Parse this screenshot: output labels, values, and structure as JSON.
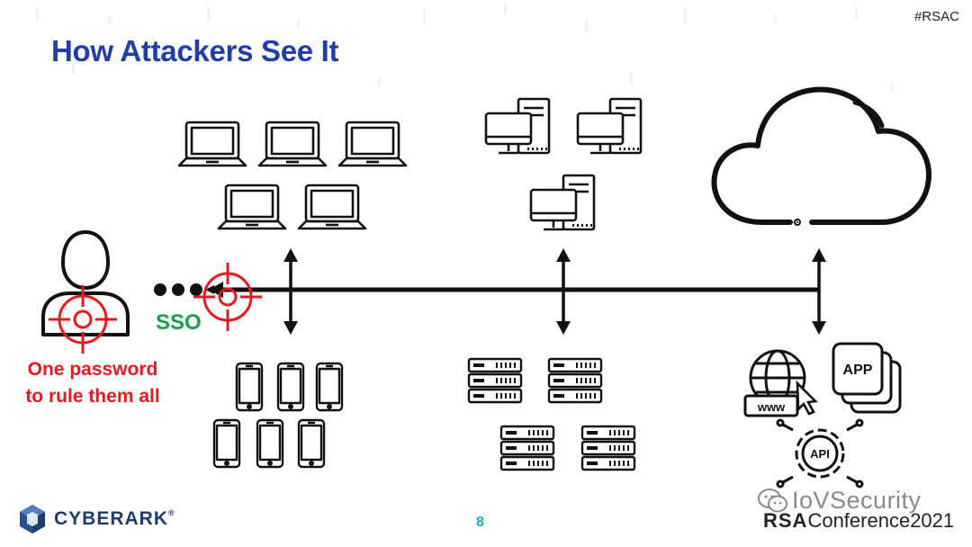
{
  "slide": {
    "title": "How Attackers See It",
    "tag": "#RSAC",
    "page_number": "8"
  },
  "labels": {
    "sso": "SSO",
    "one_password_line1": "One password",
    "one_password_line2": "to rule them all",
    "app_badge": "APP",
    "www_badge": "www",
    "api_badge": "API"
  },
  "footer": {
    "logo_cyber": "CYBER",
    "logo_ark": "ARK",
    "logo_reg": "®",
    "watermark": "IoVSecurity",
    "rsa": "RSA",
    "conference": "Conference2021"
  },
  "colors": {
    "title": "#1f3fa6",
    "red": "#e8191e",
    "green": "#18a24c",
    "page_number": "#23a0c8",
    "logo": "#1c3b6e"
  }
}
